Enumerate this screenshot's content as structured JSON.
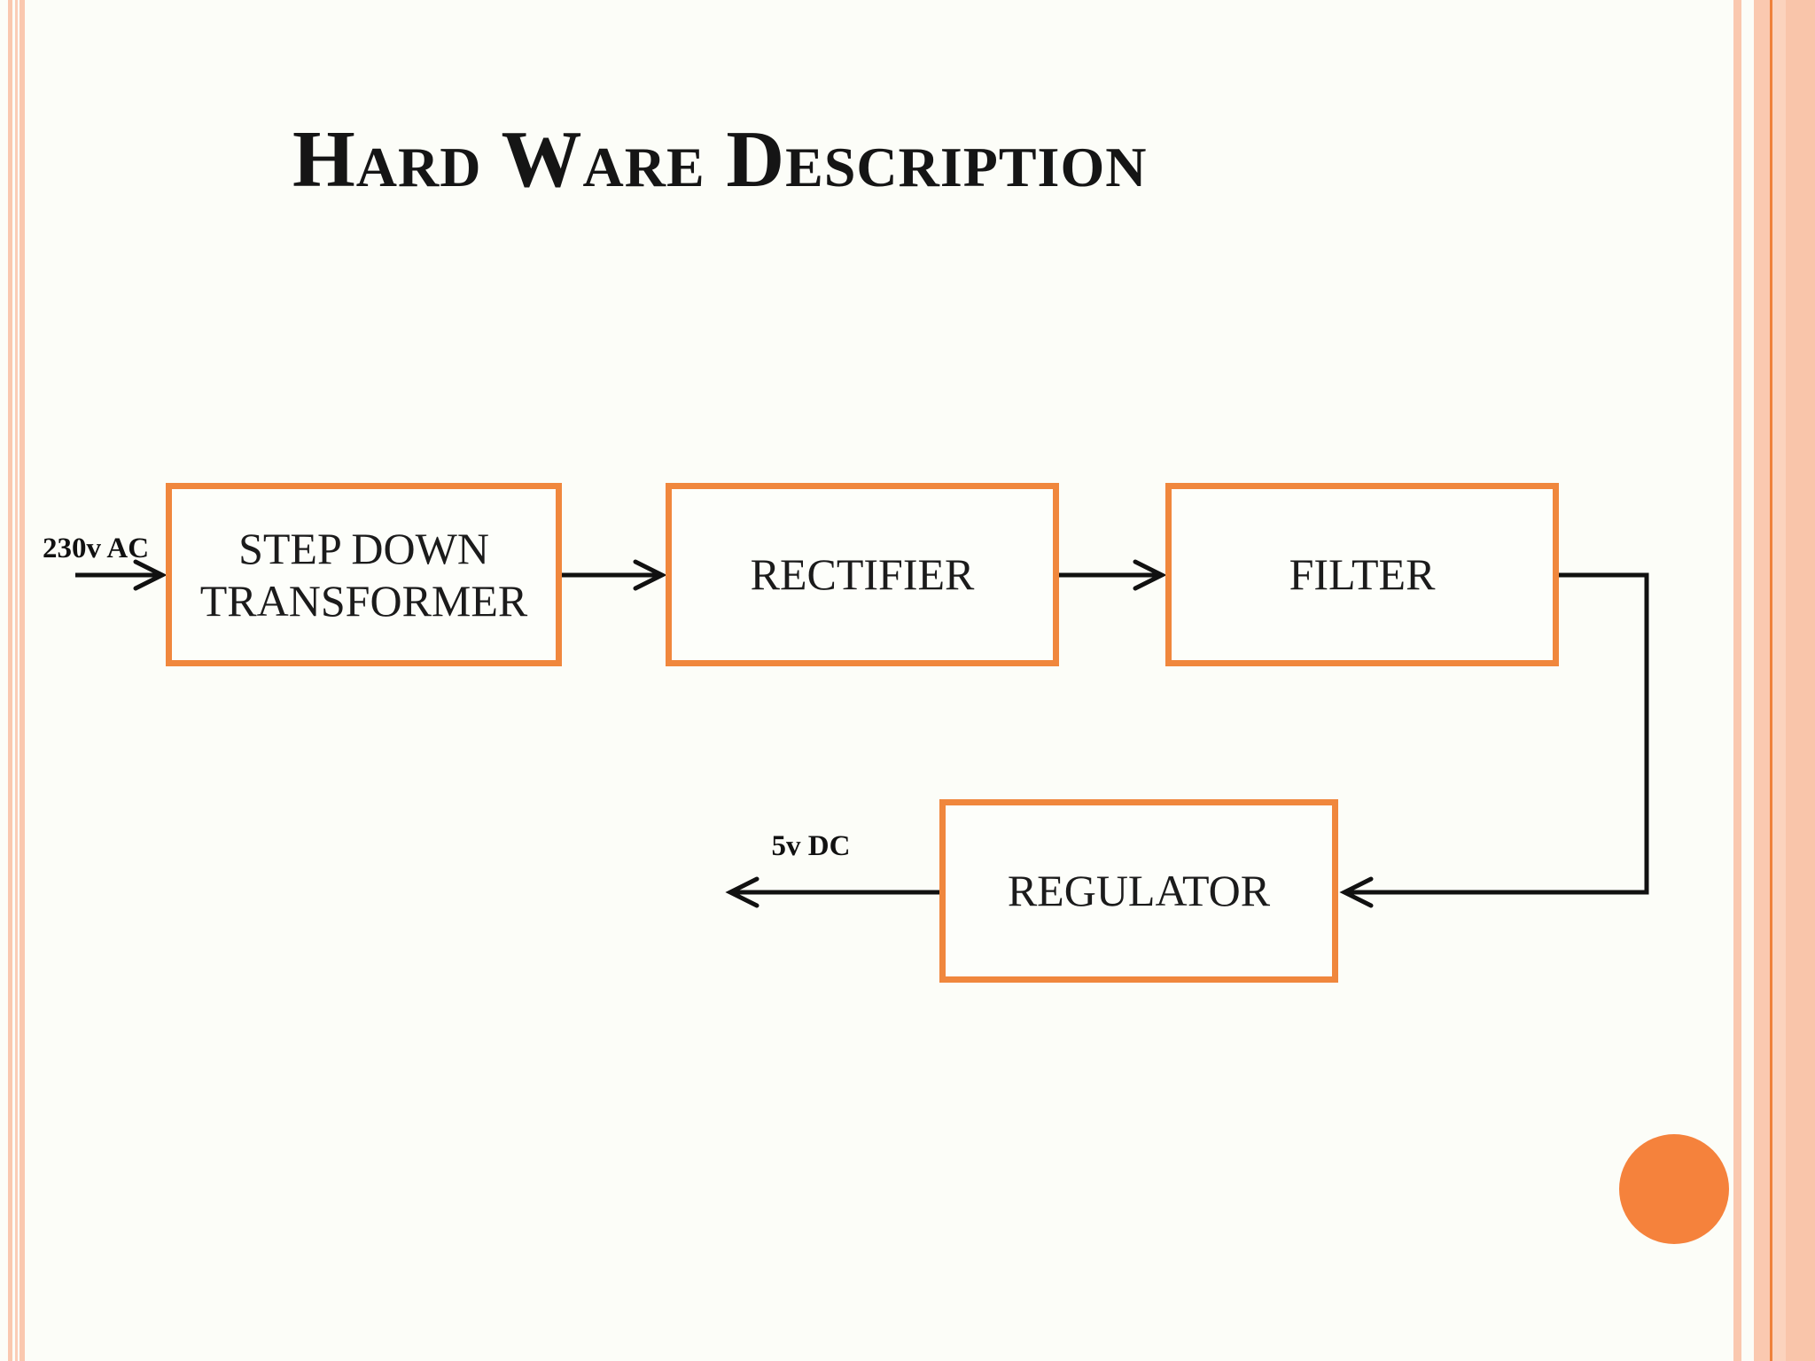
{
  "slide": {
    "title": "Hard Ware Description",
    "background_color": "#fcfdf8",
    "block_border_color": "#f0873d",
    "circle_color": "#f5823c",
    "stripe_color": "#fac8af"
  },
  "diagram": {
    "blocks": [
      {
        "label": "STEP DOWN TRANSFORMER"
      },
      {
        "label": "RECTIFIER"
      },
      {
        "label": "FILTER"
      },
      {
        "label": "REGULATOR"
      }
    ],
    "input_label": "230v AC",
    "output_label": "5v DC"
  }
}
